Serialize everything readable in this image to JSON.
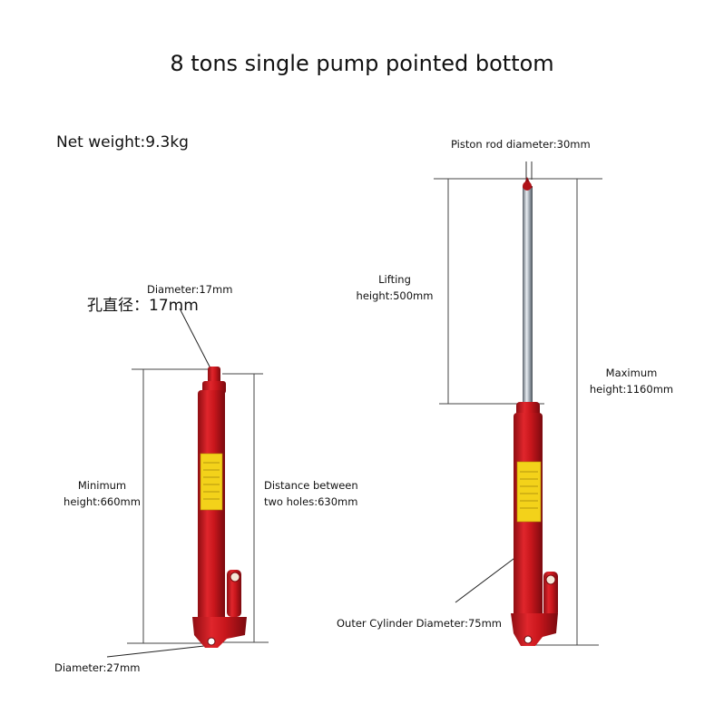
{
  "title": "8 tons single pump pointed bottom",
  "net_weight": "Net weight:9.3kg",
  "left_jack": {
    "hole_diameter_label": "Diameter:17mm",
    "hole_diameter_cn": "孔直径：17mm",
    "minimum_height_line1": "Minimum",
    "minimum_height_line2": "height:660mm",
    "distance_line1": "Distance between",
    "distance_line2": "two holes:630mm",
    "bottom_diameter_label": "Diameter:27mm"
  },
  "right_jack": {
    "piston_rod_label": "Piston rod diameter:30mm",
    "lifting_line1": "Lifting",
    "lifting_line2": "height:500mm",
    "maximum_line1": "Maximum",
    "maximum_line2": "height:1160mm",
    "outer_cylinder_label": "Outer Cylinder Diameter:75mm"
  },
  "colors": {
    "cylinder_red": "#c8161c",
    "cylinder_dark": "#8e0d12",
    "label_yellow": "#f3d21a",
    "rod_chrome": "#9aa3ad",
    "dimension_line": "#333333"
  }
}
